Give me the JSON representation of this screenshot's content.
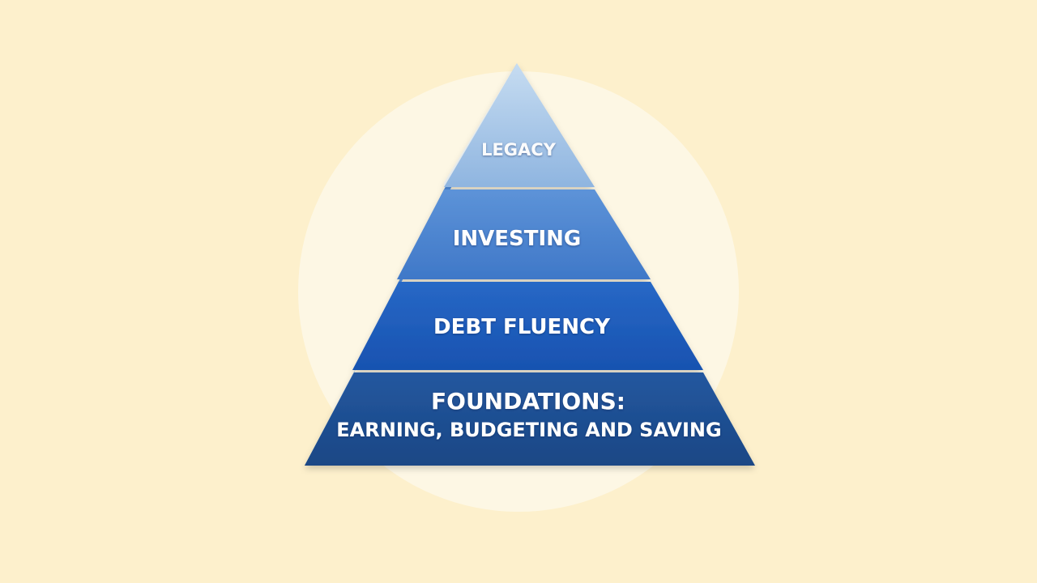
{
  "colors": {
    "background": "#fdf0cc",
    "halo": "#fdf7e4",
    "legacy": "#9fc0e4",
    "investing": "#4f86d0",
    "debt": "#1f5fc0",
    "foundations": "#1d4f95",
    "text": "#ffffff"
  },
  "pyramid": {
    "levels": [
      {
        "label": "LEGACY"
      },
      {
        "label": "INVESTING"
      },
      {
        "label": "DEBT FLUENCY"
      },
      {
        "label": "FOUNDATIONS:",
        "sublabel": "EARNING, BUDGETING AND SAVING"
      }
    ]
  }
}
